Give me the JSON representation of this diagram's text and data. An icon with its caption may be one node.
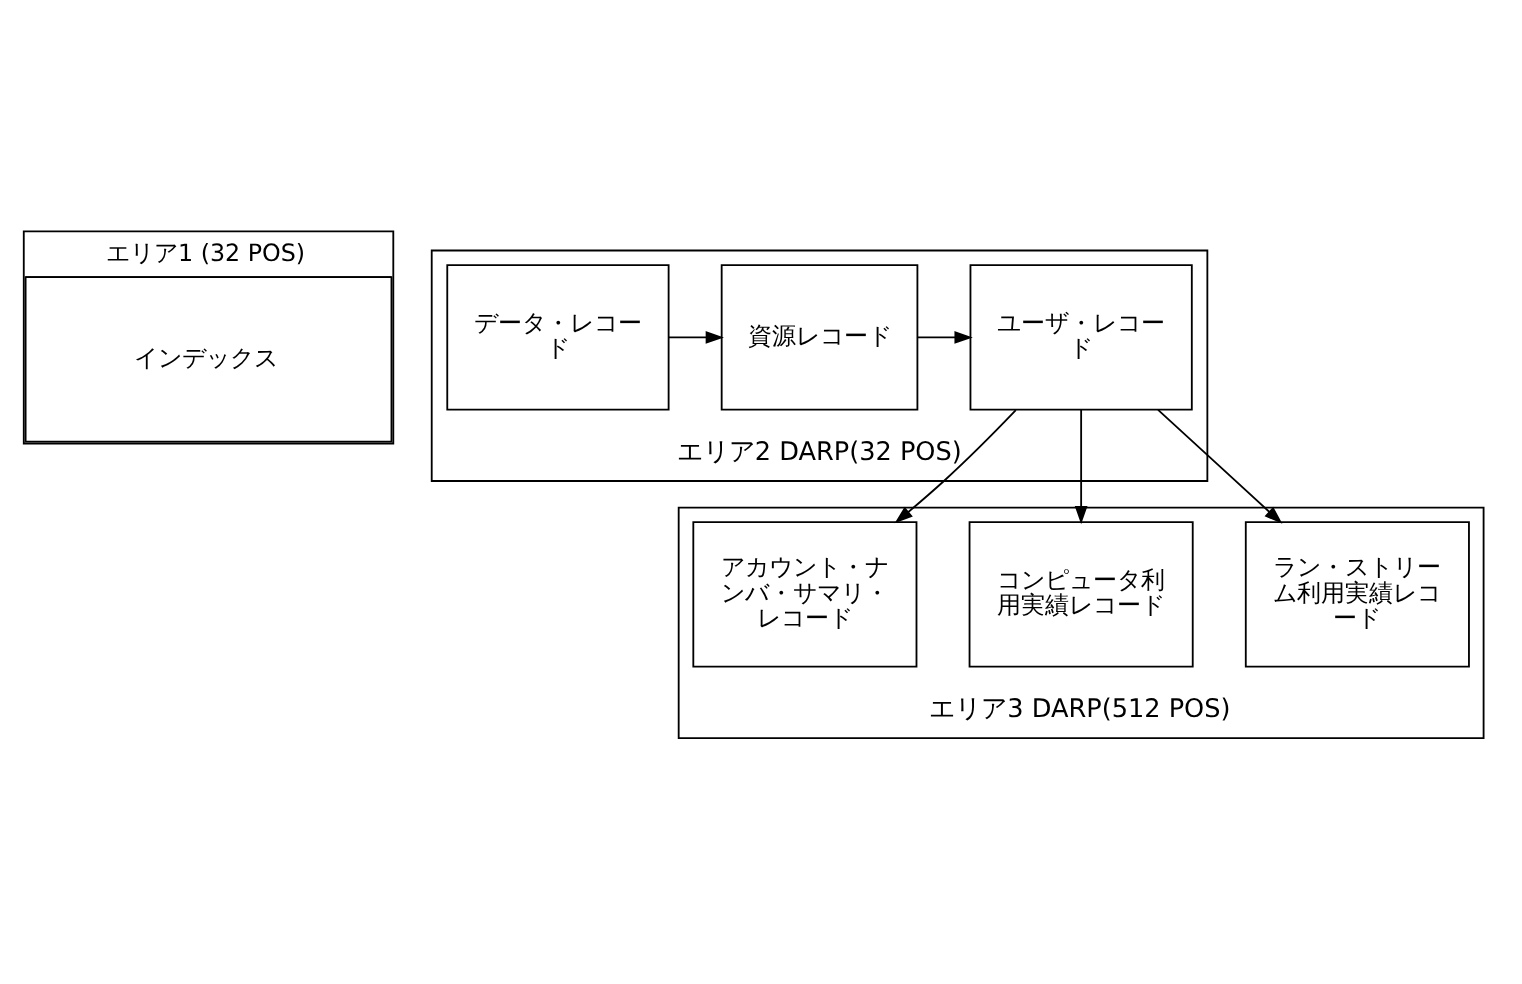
{
  "diagram": {
    "nodes": [
      {
        "text": [
          "エリア1 (32 POS)",
          "インデックス"
        ]
      },
      {
        "text": [
          "エリア2 DARP(32 POS)"
        ]
      },
      {
        "text": [
          "データ・レコード"
        ],
        "in": 1
      },
      {
        "text": [
          "資源レコード"
        ],
        "in": 1
      },
      {
        "text": [
          "ユーザ・レコード"
        ],
        "in": 1
      },
      {
        "text": [
          "エリア3 DARP(512 POS)"
        ]
      },
      {
        "text": [
          "ラン・ストリーム利用実績レコード"
        ],
        "in": 5
      },
      {
        "text": [
          "コンピュータ利用実績レコード"
        ],
        "in": 5
      },
      {
        "text": [
          "アカウント・ナンバ・サマリ・レコード"
        ],
        "in": 5
      }
    ],
    "edges": [
      {
        "from": 2,
        "to": 3,
        "arrow": "to"
      },
      {
        "from": 3,
        "to": 4,
        "arrow": "to"
      },
      {
        "from": 4,
        "to": 6,
        "arrow": "to"
      },
      {
        "from": 4,
        "to": 7,
        "arrow": "to"
      },
      {
        "from": 4,
        "to": 8,
        "arrow": "to"
      }
    ]
  }
}
